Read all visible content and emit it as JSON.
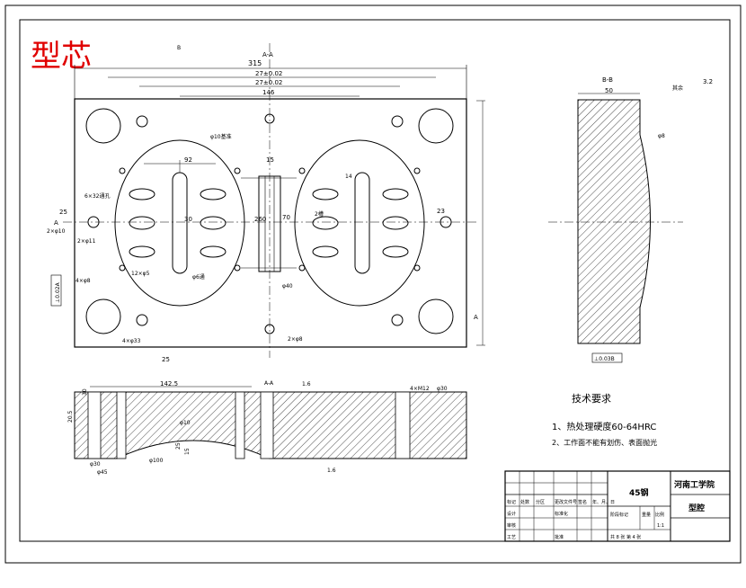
{
  "drawing": {
    "stamp": "型芯",
    "top_view": {
      "section_label": "A-A",
      "dim_overall": "315",
      "dim_27a": "27±0.02",
      "dim_27b": "27±0.02",
      "dim_146": "146",
      "dim_92": "92",
      "dim_15": "15",
      "dim_260": "260",
      "dim_23": "23",
      "dim_30": "30",
      "dim_70": "70",
      "dim_40": "φ40",
      "dim_14": "14",
      "note_phi10": "φ10基准",
      "note_6x32": "6×32通孔",
      "note_2x10": "2×φ10",
      "note_2x11": "2×φ11",
      "note_12x5": "12×φ5",
      "note_4x8": "4×φ8",
      "note_4x33": "4×φ33",
      "note_phi6": "φ6通",
      "note_2x8": "2×φ8",
      "note_2x_slot": "2槽",
      "note_a_label": "A",
      "note_b_label": "B",
      "ra_25": "25",
      "datum_box": "⊥0.02A",
      "section_ticks": "A"
    },
    "side_view": {
      "title": "B-B",
      "dim_50": "50",
      "note_top": "其余",
      "ra": "3.2",
      "note_phi8": "φ8",
      "datum_box": "⊥0.03B"
    },
    "bottom_view": {
      "section": "A-A",
      "dim_1425": "142.5",
      "dim_30": "30",
      "dim_205": "20.5",
      "dim_phi30": "φ30",
      "dim_phi45": "φ45",
      "dim_phi100": "φ100",
      "dim_phi10": "φ10",
      "dim_25": "25",
      "dim_15": "15",
      "dim_16": "1.6",
      "dim_4xm12": "4×M12",
      "dim_phi30b": "φ30",
      "dim_ra16": "1.6"
    },
    "tech": {
      "title": "技术要求",
      "line1": "1、热处理硬度60-64HRC",
      "line2": "2、工作面不能有划伤、表面抛光"
    },
    "title_block": {
      "material": "45钢",
      "school": "河南工学院",
      "part": "型腔",
      "row_labels": [
        "标记",
        "处数",
        "分区",
        "更改文件号",
        "签名",
        "年、月、日"
      ],
      "design": "设计",
      "standard": "标准化",
      "review": "审核",
      "process": "工艺",
      "approve": "批准",
      "stage": "阶段标记",
      "weight": "重量",
      "scale": "比例",
      "scale_value": "1:1",
      "sheets": "共 8 张   第 4 张"
    }
  }
}
